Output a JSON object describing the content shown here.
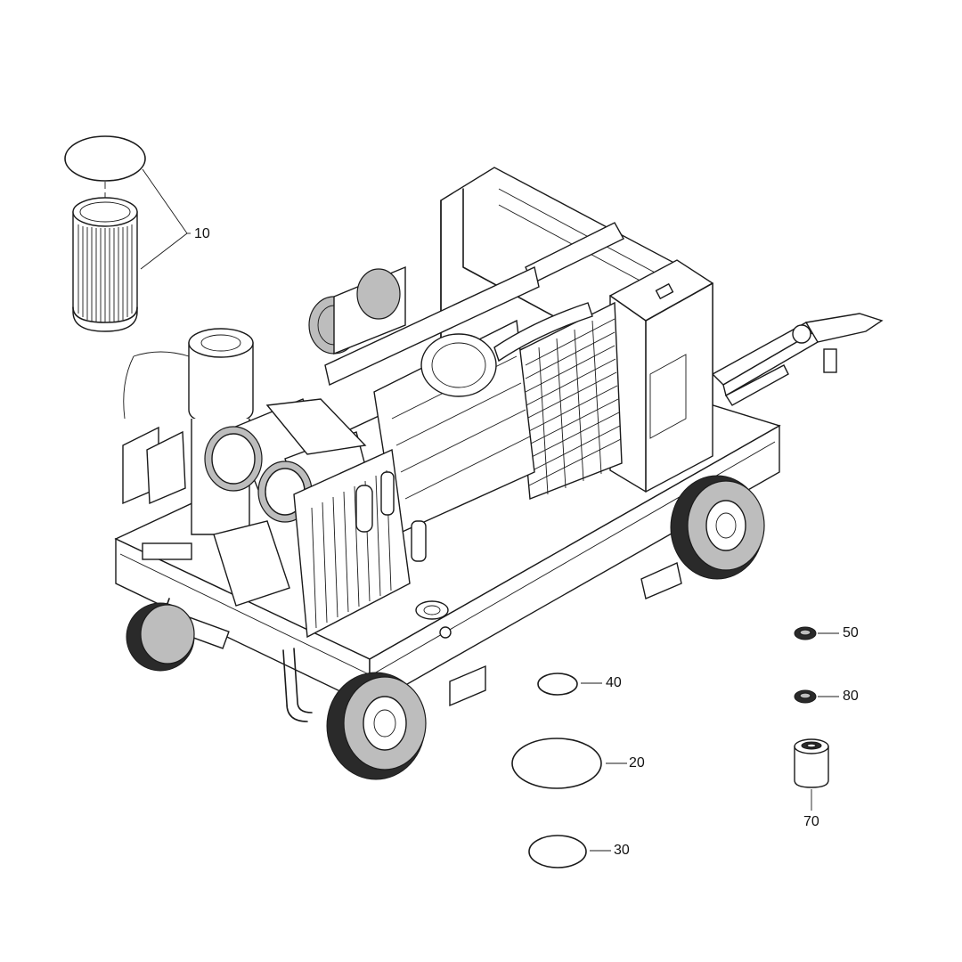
{
  "parts": [
    {
      "number": "10",
      "part": "air-filter-element-with-seal-ring"
    },
    {
      "number": "20",
      "part": "o-ring-large"
    },
    {
      "number": "30",
      "part": "o-ring-medium"
    },
    {
      "number": "40",
      "part": "o-ring-small"
    },
    {
      "number": "50",
      "part": "seal-ring"
    },
    {
      "number": "80",
      "part": "seal-ring"
    },
    {
      "number": "70",
      "part": "oil-filter-cartridge"
    }
  ]
}
